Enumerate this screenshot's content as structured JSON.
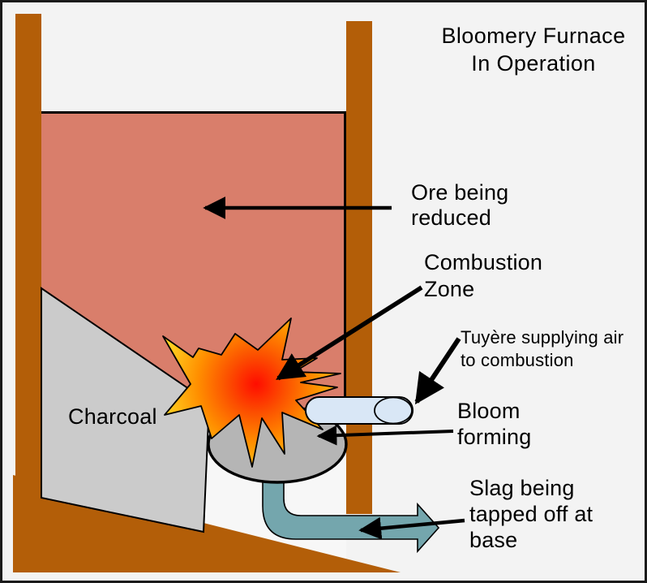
{
  "title": "Bloomery Furnace\nIn Operation",
  "labels": {
    "ore": "Ore being\nreduced",
    "combustion": "Combustion\nZone",
    "tuyere": "Tuyère supplying air\nto combustion",
    "bloom": "Bloom\nforming",
    "slag": "Slag being\ntapped off at\nbase",
    "charcoal": "Charcoal"
  },
  "colors": {
    "background": "#f3f3f3",
    "interior": "#f7f7f7",
    "wall_brown": "#b35e08",
    "ore_fill": "#d97e6b",
    "charcoal_fill": "#cbcbcb",
    "bloom_fill": "#b5b5b5",
    "slag_fill": "#74a6ad",
    "tuyere_fill": "#d9e7f6",
    "flame_center": "#ff0d00",
    "flame_mid": "#fc4f00",
    "flame_outer": "#ff9000",
    "flame_edge": "#ffd322",
    "outline": "#000000"
  }
}
